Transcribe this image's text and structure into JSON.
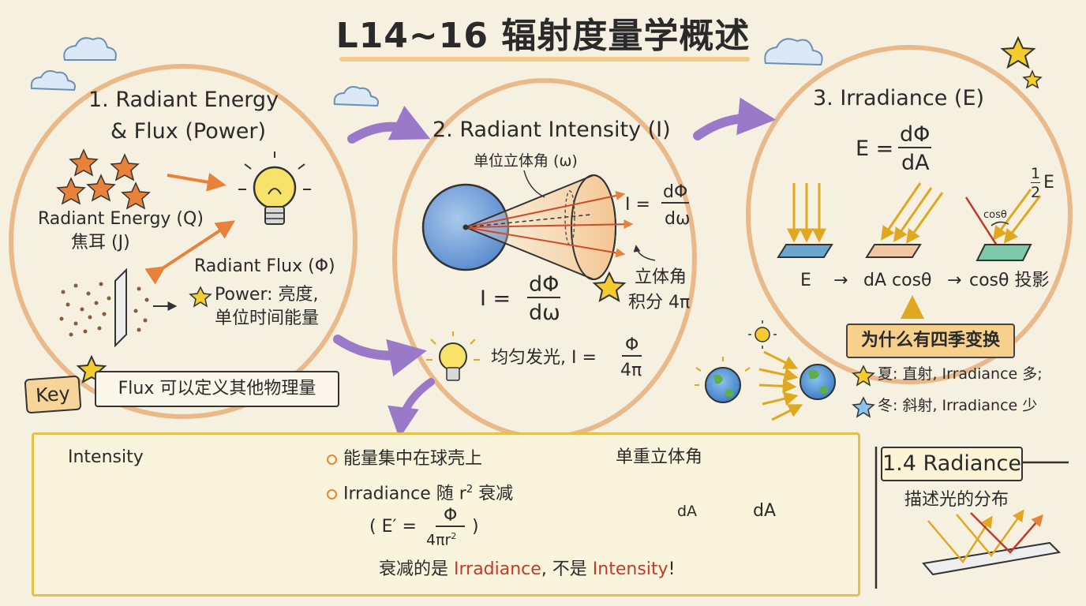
{
  "title": "L14~16 辐射度量学概述",
  "section1": {
    "heading_line1": "1. Radiant Energy",
    "heading_line2": "& Flux (Power)",
    "energy_label": "Radiant Energy (Q)",
    "energy_unit": "焦耳 (J)",
    "flux_label": "Radiant Flux (Φ)",
    "power_line1": "Power: 亮度,",
    "power_line2": "单位时间能量",
    "key_tag": "Key",
    "flux_note": "Flux 可以定义其他物理量"
  },
  "section2": {
    "heading": "2. Radiant Intensity (I)",
    "solid_angle_label": "单位立体角 (ω)",
    "formula_right": {
      "lhs": "I =",
      "num": "dΦ",
      "den": "dω"
    },
    "formula_left": {
      "lhs": "I =",
      "num": "dΦ",
      "den": "dω"
    },
    "integral_line1": "立体角",
    "integral_line2": "积分 4π",
    "uniform": {
      "text": "均匀发光, I =",
      "num": "Φ",
      "den": "4π"
    }
  },
  "section3": {
    "heading": "3. Irradiance (E)",
    "formula": {
      "lhs": "E =",
      "num": "dΦ",
      "den": "dA"
    },
    "half_e": {
      "num": "1",
      "den": "2",
      "suffix": "E"
    },
    "cos_label": "cosθ",
    "row": {
      "e": "E",
      "arrow1": "→",
      "dacos": "dA cosθ",
      "arrow2": "→",
      "proj": "cosθ 投影"
    },
    "why_box": "为什么有四季变换",
    "summer": "夏: 直射, Irradiance 多;",
    "winter": "冬: 斜射, Irradiance 少"
  },
  "bottom": {
    "intensity_label": "Intensity",
    "point1": "能量集中在球壳上",
    "point2_a": "Irradiance 随 r",
    "point2_sup": "2",
    "point2_b": " 衰减",
    "formula": {
      "lhs": "( E′ =",
      "num": "Φ",
      "den_a": "4πr",
      "den_sup": "2",
      "rhs": ")"
    },
    "single_solid_angle": "单重立体角",
    "da1": "dA",
    "da2": "dA",
    "warning_a": "衰减的是 ",
    "warning_irr": "Irradiance",
    "warning_b": ", 不是 ",
    "warning_int": "Intensity",
    "warning_c": "!"
  },
  "section4": {
    "tag": "1.4 Radiance",
    "desc": "描述光的分布"
  },
  "colors": {
    "background": "#f6f0e0",
    "ring": "#e9b98a",
    "arrow_purple": "#9a7ac8",
    "orange": "#e8823a",
    "star_yellow": "#f4cc2e",
    "highlight_red": "#c23a2a",
    "box_border": "#e2c24a"
  },
  "icons": [
    "star-icon",
    "light-bulb-icon",
    "cloud-icon",
    "sun-icon",
    "earth-icon",
    "warning-icon",
    "arrow-icon"
  ]
}
